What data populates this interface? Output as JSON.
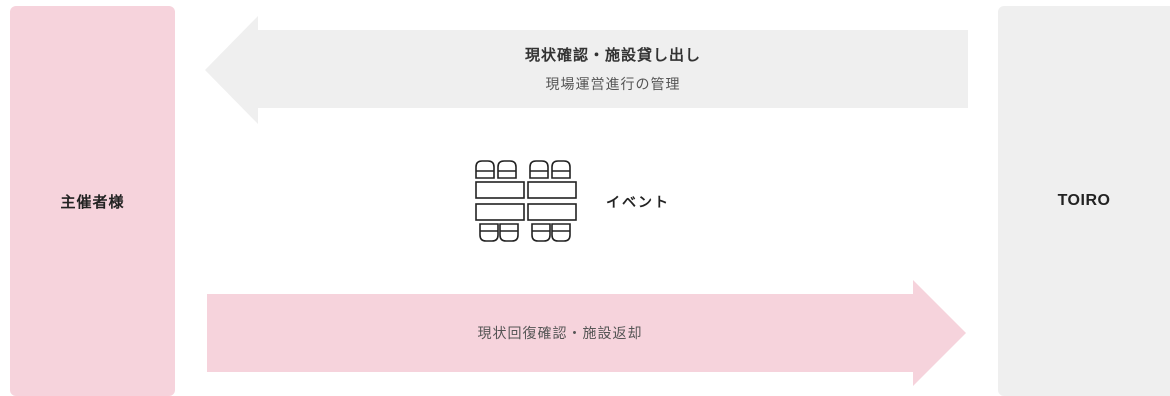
{
  "left_party": {
    "label": "主催者様",
    "color": "#f6d3dc"
  },
  "right_party": {
    "label": "TOIRO",
    "color": "#efefef"
  },
  "top_arrow": {
    "direction": "left",
    "title": "現状確認・施設貸し出し",
    "subtitle": "現場運営進行の管理",
    "color": "#efefef"
  },
  "bottom_arrow": {
    "direction": "right",
    "label": "現状回復確認・施設返却",
    "color": "#f6d3dc"
  },
  "event": {
    "label": "イベント",
    "icon": "tables-chairs-icon"
  }
}
